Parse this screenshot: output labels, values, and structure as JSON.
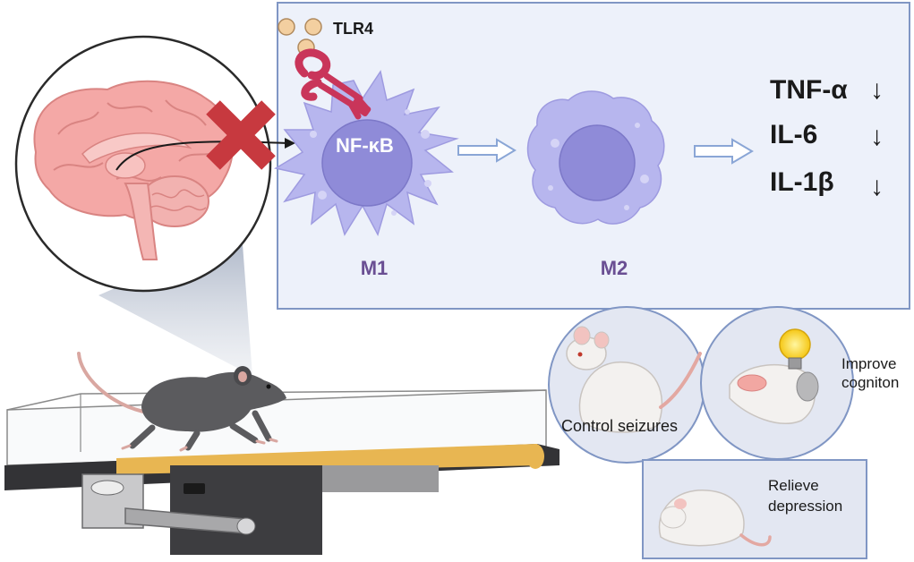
{
  "receptor": {
    "label": "TLR4"
  },
  "pathway": {
    "label": "NF-κB"
  },
  "cells": {
    "m1_label": "M1",
    "m2_label": "M2"
  },
  "cytokines": [
    {
      "name": "TNF-α",
      "arrow": "↓"
    },
    {
      "name": "IL-6",
      "arrow": "↓"
    },
    {
      "name": "IL-1β",
      "arrow": "↓"
    }
  ],
  "outcomes": {
    "seizures": "Control  seizures",
    "cognition_line1": "Improve",
    "cognition_line2": "cogniton",
    "depression_line1": "Relieve",
    "depression_line2": "depression"
  },
  "colors": {
    "panel_fill": "#edf1fa",
    "panel_border": "#8096c4",
    "cell_fill": "#b7b6ee",
    "cell_nucleus": "#8f8bd8",
    "receptor": "#c9355a",
    "block_x": "#c7393f",
    "brain": "#f4a8a6",
    "label_purple": "#6a4f93",
    "mouse_dark": "#5b5b5e",
    "belt": "#e8b652"
  }
}
